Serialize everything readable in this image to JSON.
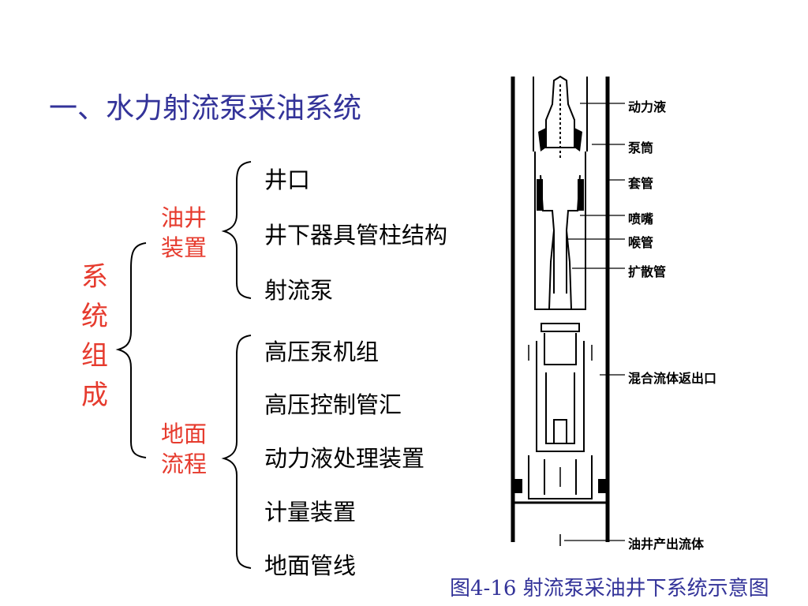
{
  "title": "一、水力射流泵采油系统",
  "system_label": "系统组成",
  "groups": [
    {
      "label_line1": "油井",
      "label_line2": "装置",
      "items": [
        "井口",
        "井下器具管柱结构",
        "射流泵"
      ]
    },
    {
      "label_line1": "地面",
      "label_line2": "流程",
      "items": [
        "高压泵机组",
        "高压控制管汇",
        "动力液处理装置",
        "计量装置",
        "地面管线"
      ]
    }
  ],
  "diagram_labels": [
    "动力液",
    "泵筒",
    "套管",
    "喷嘴",
    "喉管",
    "扩散管",
    "混合流体返出口",
    "油井产出流体"
  ],
  "caption": "图4-16 射流泵采油井下系统示意图",
  "colors": {
    "title": "#333399",
    "accent": "#e63b2e",
    "text": "#000000"
  }
}
